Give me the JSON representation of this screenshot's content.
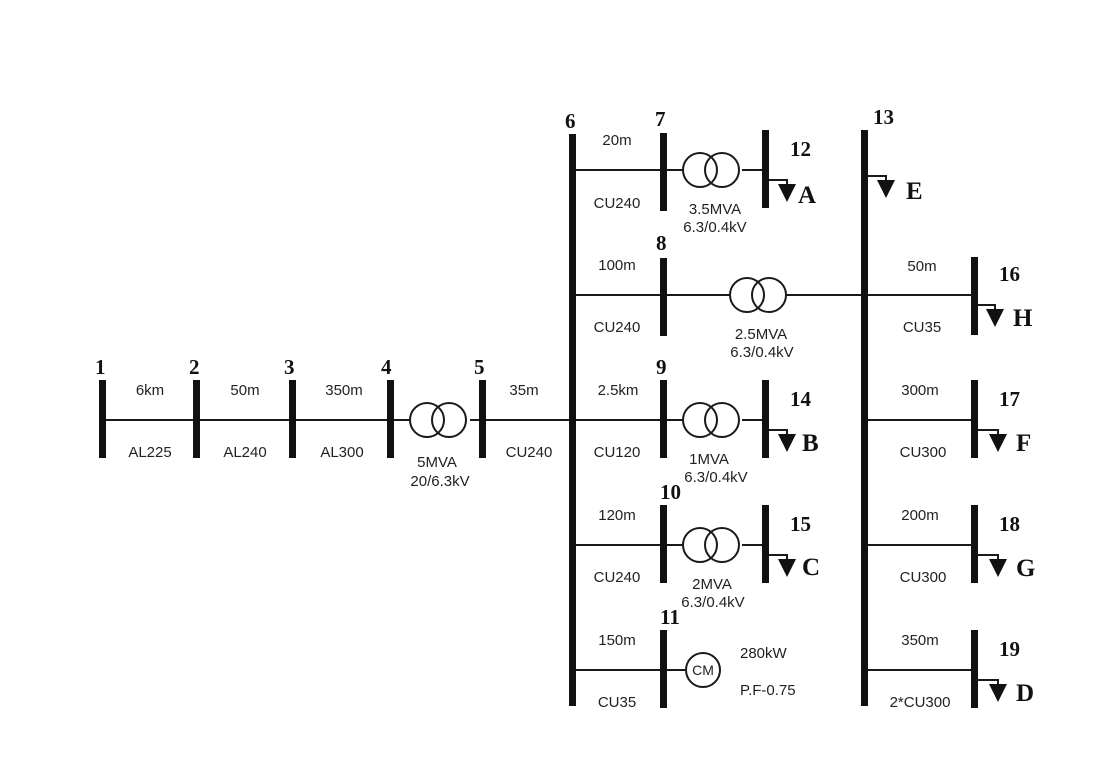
{
  "buses": [
    "1",
    "2",
    "3",
    "4",
    "5",
    "6",
    "7",
    "8",
    "9",
    "10",
    "11",
    "12",
    "13",
    "14",
    "15",
    "16",
    "17",
    "18",
    "19"
  ],
  "lines": {
    "l12": {
      "length": "6km",
      "cable": "AL225"
    },
    "l23": {
      "length": "50m",
      "cable": "AL240"
    },
    "l34": {
      "length": "350m",
      "cable": "AL300"
    },
    "l56": {
      "length": "35m",
      "cable": "CU240"
    },
    "l67": {
      "length": "20m",
      "cable": "CU240"
    },
    "l68": {
      "length": "100m",
      "cable": "CU240"
    },
    "l69": {
      "length": "2.5km",
      "cable": "CU120"
    },
    "l610": {
      "length": "120m",
      "cable": "CU240"
    },
    "l611": {
      "length": "150m",
      "cable": "CU35"
    },
    "l1316": {
      "length": "50m",
      "cable": "CU35"
    },
    "l1317": {
      "length": "300m",
      "cable": "CU300"
    },
    "l1318": {
      "length": "200m",
      "cable": "CU300"
    },
    "l1319": {
      "length": "350m",
      "cable": "2*CU300"
    }
  },
  "transformers": {
    "t45": {
      "rating": "5MVA",
      "voltage": "20/6.3kV"
    },
    "t712": {
      "rating": "3.5MVA",
      "voltage": "6.3/0.4kV"
    },
    "t813": {
      "rating": "2.5MVA",
      "voltage": "6.3/0.4kV"
    },
    "t914": {
      "rating": "1MVA",
      "voltage": "6.3/0.4kV"
    },
    "t1015": {
      "rating": "2MVA",
      "voltage": "6.3/0.4kV"
    }
  },
  "motor": {
    "symbol": "CM",
    "power": "280kW",
    "pf": "P.F-0.75"
  },
  "loads": {
    "b12": "A",
    "b13": "E",
    "b14": "B",
    "b15": "C",
    "b16": "H",
    "b17": "F",
    "b18": "G",
    "b19": "D"
  }
}
